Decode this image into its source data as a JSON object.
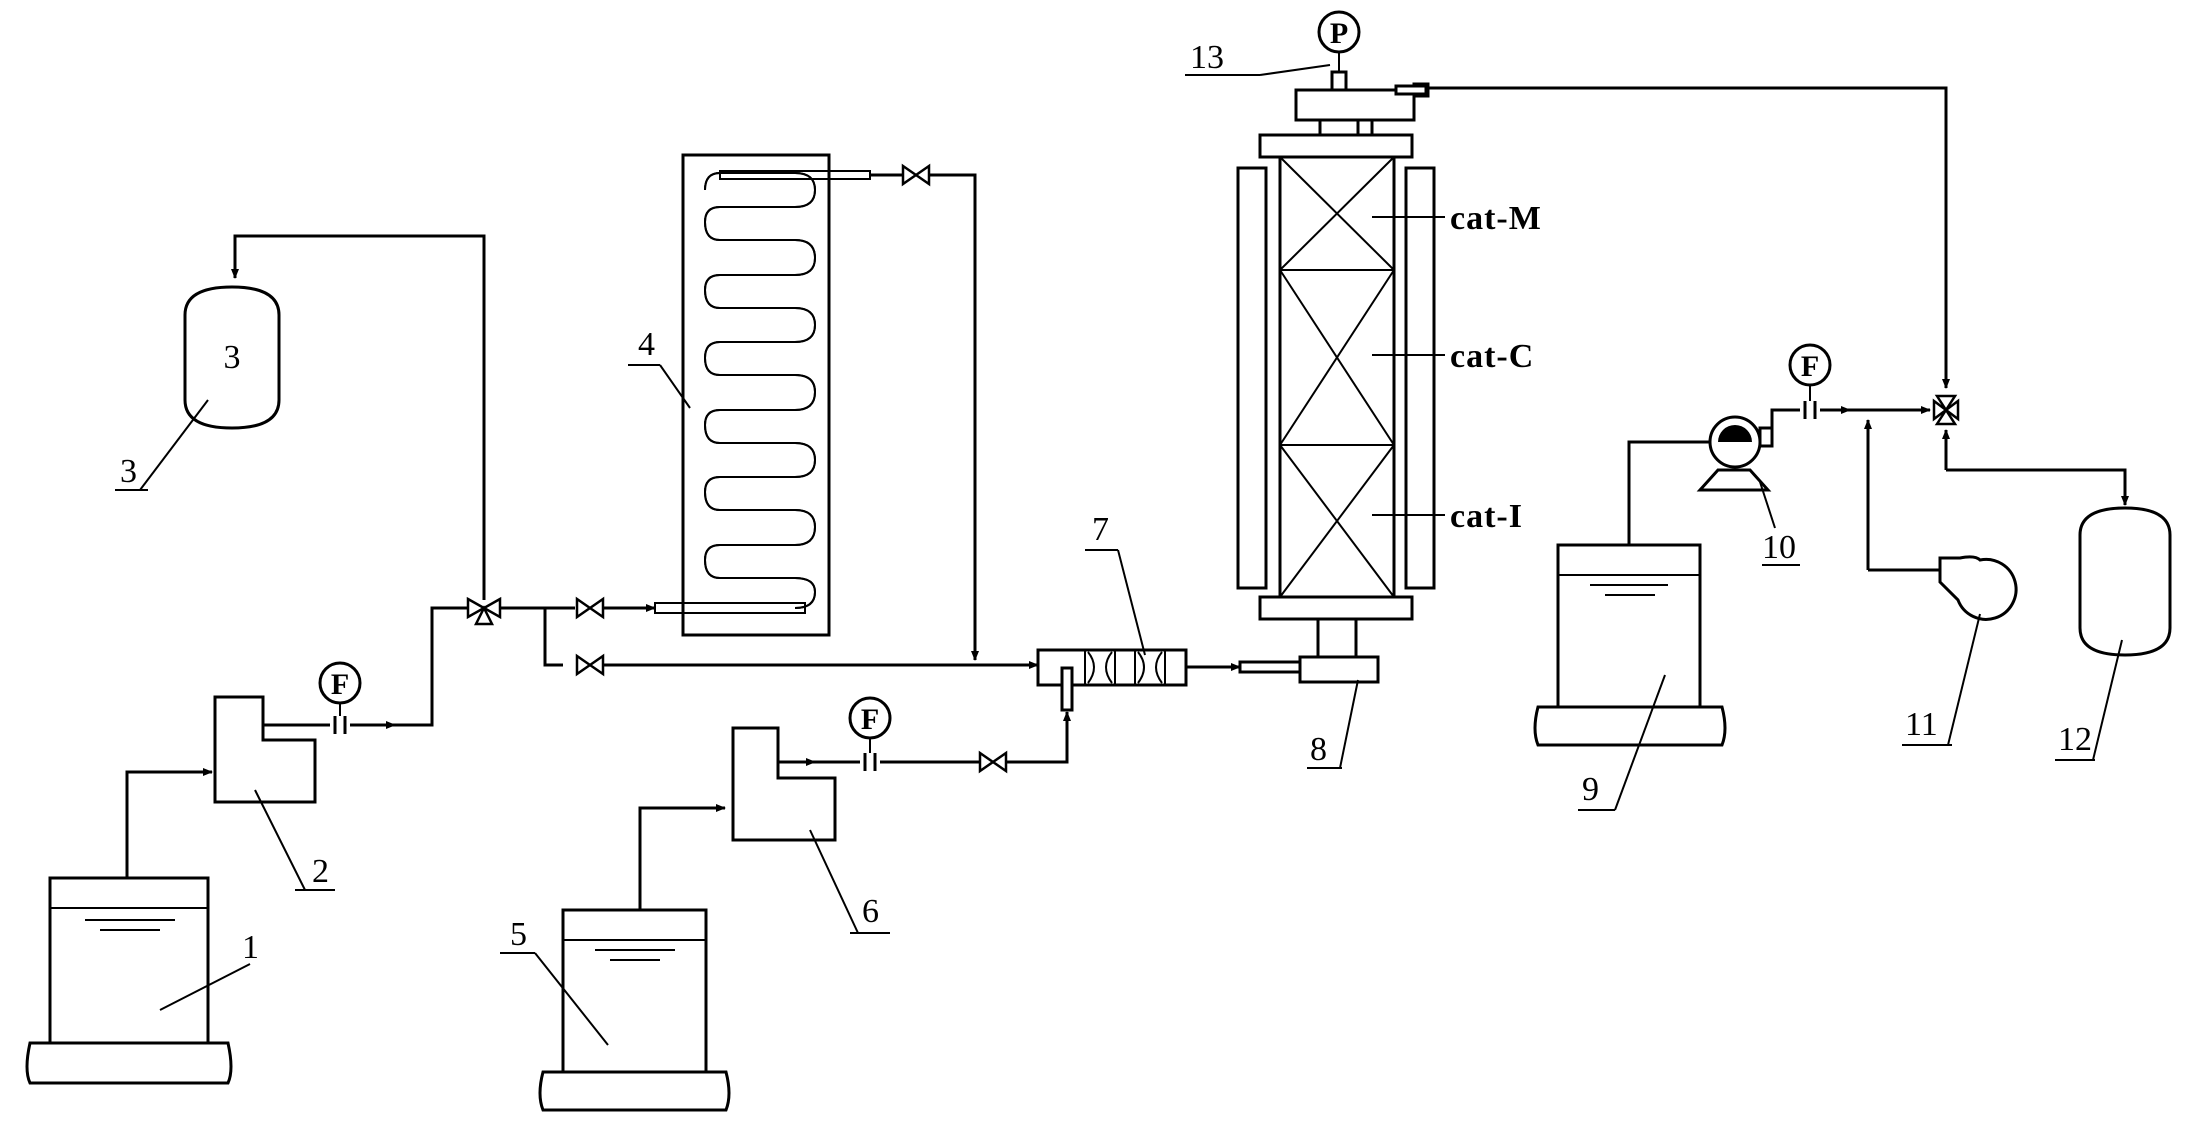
{
  "labels": {
    "n1": "1",
    "n2": "2",
    "n3": "3",
    "n3_inside": "3",
    "n4": "4",
    "n5": "5",
    "n6": "6",
    "n7": "7",
    "n8": "8",
    "n9": "9",
    "n10": "10",
    "n11": "11",
    "n12": "12",
    "n13": "13"
  },
  "catalyst_zones": [
    "cat-M",
    "cat-C",
    "cat-I"
  ],
  "instruments": {
    "flow": "F",
    "pressure": "P"
  }
}
